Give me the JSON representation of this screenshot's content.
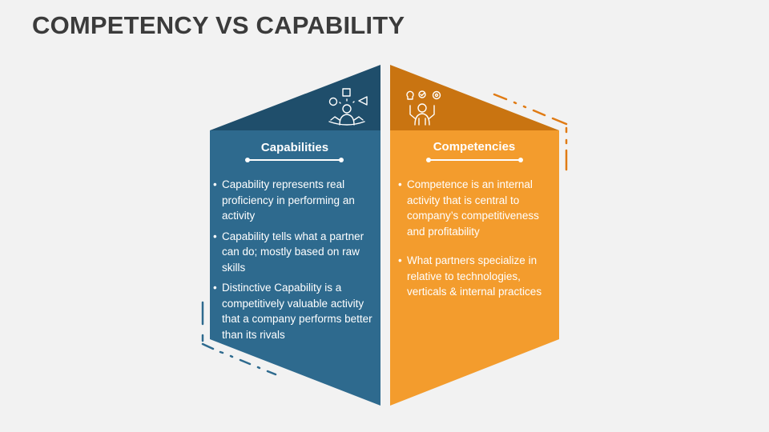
{
  "page": {
    "title": "COMPETENCY VS CAPABILITY"
  },
  "colors": {
    "background": "#f2f2f2",
    "title": "#3b3b3b",
    "capabilities_face": "#2e6a8e",
    "capabilities_top": "#1f4e6b",
    "competencies_face": "#f39c2d",
    "competencies_top": "#c97411",
    "accent_blue": "#2e6a8e",
    "accent_orange": "#e07b14",
    "text": "#ffffff"
  },
  "capabilities": {
    "heading": "Capabilities",
    "icon": "juggling-person-icon",
    "bullets": [
      "Capability represents real proficiency in performing an activity",
      "Capability tells what a partner can do; mostly based on raw skills",
      "Distinctive Capability is a competitively valuable activity that a company performs better than its rivals"
    ]
  },
  "competencies": {
    "heading": "Competencies",
    "icon": "ideas-person-icon",
    "bullets": [
      "Competence is an internal activity that is central to company’s competitiveness and profitability",
      "What partners specialize in relative to technologies, verticals & internal practices"
    ]
  }
}
